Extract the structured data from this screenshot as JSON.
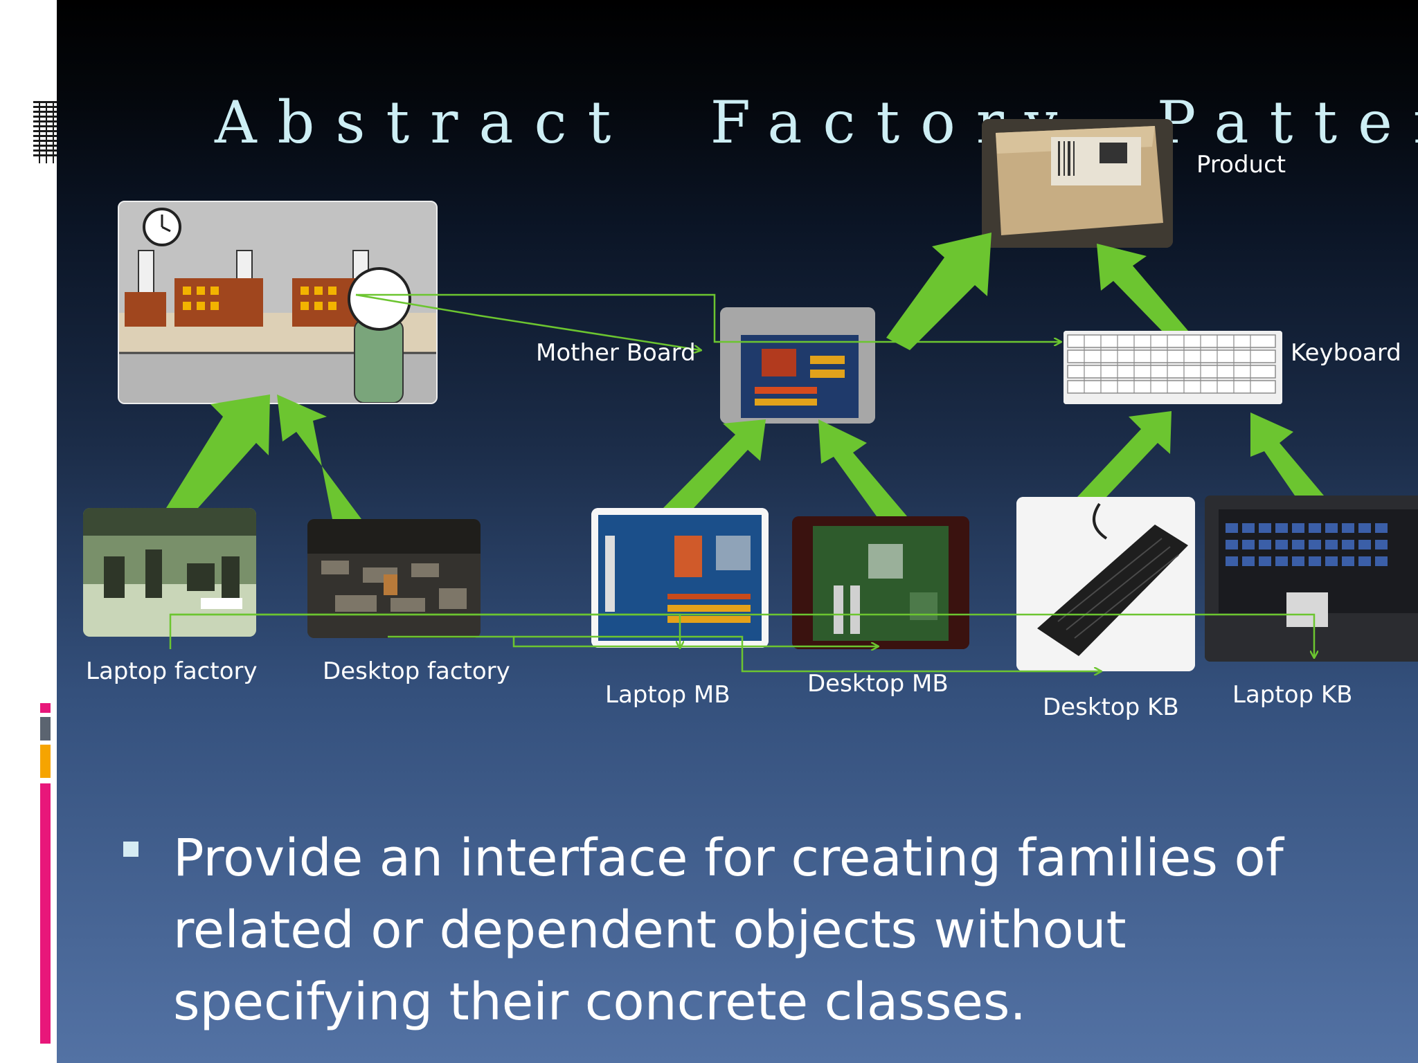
{
  "slide": {
    "title": "Abstract  Factory  Pattern",
    "bullet": "Provide an interface for creating families of related or dependent objects without specifying their concrete classes."
  },
  "diagram": {
    "labels": {
      "product": "Product",
      "mother_board": "Mother Board",
      "keyboard": "Keyboard",
      "laptop_factory": "Laptop factory",
      "desktop_factory": "Desktop factory",
      "laptop_mb": "Laptop MB",
      "desktop_mb": "Desktop MB",
      "desktop_kb": "Desktop KB",
      "laptop_kb": "Laptop KB"
    }
  },
  "colors": {
    "arrow_green": "#6cc530",
    "title_color": "#cdeef4",
    "accent_pink": "#e8177a",
    "accent_orange": "#f6a400",
    "accent_gray": "#5b6470"
  }
}
